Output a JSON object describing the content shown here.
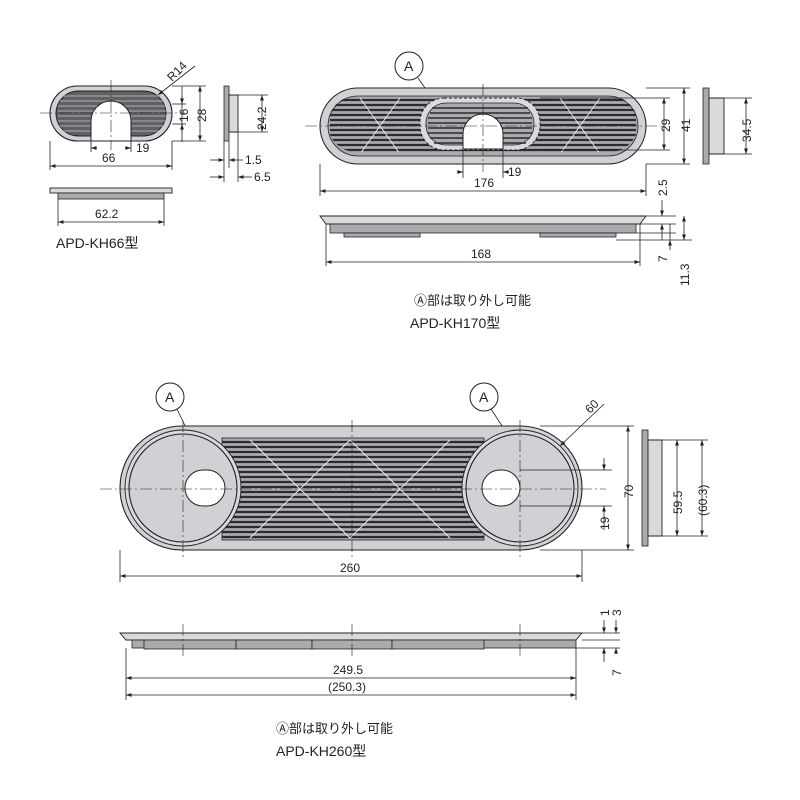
{
  "models": {
    "kh66": {
      "caption": "APD-KH66型",
      "dims": {
        "r": "R14",
        "w": "66",
        "slot": "19",
        "h16": "16",
        "h28": "28",
        "h24": "24.2",
        "t15": "1.5",
        "t65": "6.5",
        "w622": "62.2"
      }
    },
    "kh170": {
      "callout": "A",
      "note": "Ⓐ部は取り外し可能",
      "caption": "APD-KH170型",
      "dims": {
        "w": "176",
        "slot": "19",
        "h29": "29",
        "h41": "41",
        "h345": "34.5",
        "t25": "2.5",
        "w168": "168",
        "t7": "7",
        "t113": "11.3"
      }
    },
    "kh260": {
      "callout_left": "A",
      "callout_right": "A",
      "note": "Ⓐ部は取り外し可能",
      "caption": "APD-KH260型",
      "dims": {
        "r60": "60",
        "w": "260",
        "h70": "70",
        "h19": "19",
        "h595": "59.5",
        "h603": "(60.3)",
        "t1": "1",
        "t3": "3",
        "t7": "7",
        "w2495": "249.5",
        "w2503": "(250.3)"
      }
    }
  },
  "colors": {
    "line": "#222222",
    "body": "#cfd1d4",
    "dark": "#5f6166",
    "mid": "#a9abae"
  }
}
